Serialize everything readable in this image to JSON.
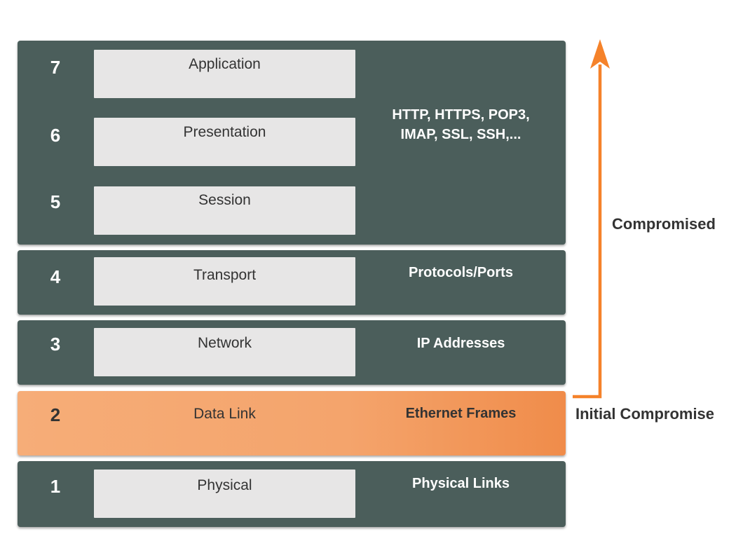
{
  "layers": [
    {
      "number": "7",
      "name": "Application"
    },
    {
      "number": "6",
      "name": "Presentation"
    },
    {
      "number": "5",
      "name": "Session"
    },
    {
      "number": "4",
      "name": "Transport"
    },
    {
      "number": "3",
      "name": "Network"
    },
    {
      "number": "2",
      "name": "Data Link"
    },
    {
      "number": "1",
      "name": "Physical"
    }
  ],
  "protocols": {
    "upper_line1": "HTTP, HTTPS, POP3,",
    "upper_line2": "IMAP, SSL, SSH,...",
    "transport": "Protocols/Ports",
    "network": "IP Addresses",
    "data_link": "Ethernet Frames",
    "physical": "Physical Links"
  },
  "annotations": {
    "compromised": "Compromised",
    "initial": "Initial Compromise"
  },
  "colors": {
    "layer_block": "#4b5e5b",
    "highlight_block": "#f4a46c",
    "arrow": "#f5822a",
    "layer_box": "#e7e6e6"
  }
}
